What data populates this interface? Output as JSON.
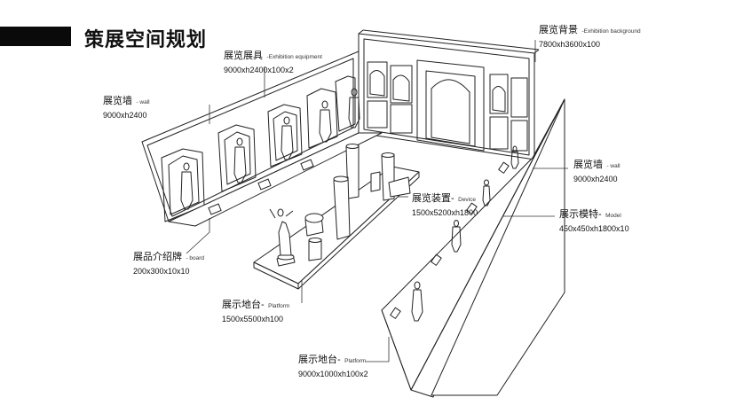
{
  "title": "策展空间规划",
  "labels": [
    {
      "id": "equipment",
      "cn": "展览展具",
      "en": "-Exhibition equipment",
      "dim": "9000xh2400x100x2"
    },
    {
      "id": "wall-left",
      "cn": "展览墙",
      "en": "- wall",
      "dim": "9000xh2400"
    },
    {
      "id": "background",
      "cn": "展览背景",
      "en": "-Exhibition background",
      "dim": "7800xh3600x100"
    },
    {
      "id": "wall-right",
      "cn": "展览墙",
      "en": "- wall",
      "dim": "9000xh2400"
    },
    {
      "id": "device",
      "cn": "展览装置-",
      "en": "Device",
      "dim": "1500x5200xh1800"
    },
    {
      "id": "model",
      "cn": "展示模特-",
      "en": "Model",
      "dim": "450x450xh1800x10"
    },
    {
      "id": "board",
      "cn": "展品介绍牌",
      "en": "- board",
      "dim": "200x300x10x10"
    },
    {
      "id": "platform-center",
      "cn": "展示地台-",
      "en": "Platform",
      "dim": "1500x5500xh100"
    },
    {
      "id": "platform-right",
      "cn": "展示地台-",
      "en": "Platform",
      "dim": "9000x1000xh100x2"
    }
  ]
}
